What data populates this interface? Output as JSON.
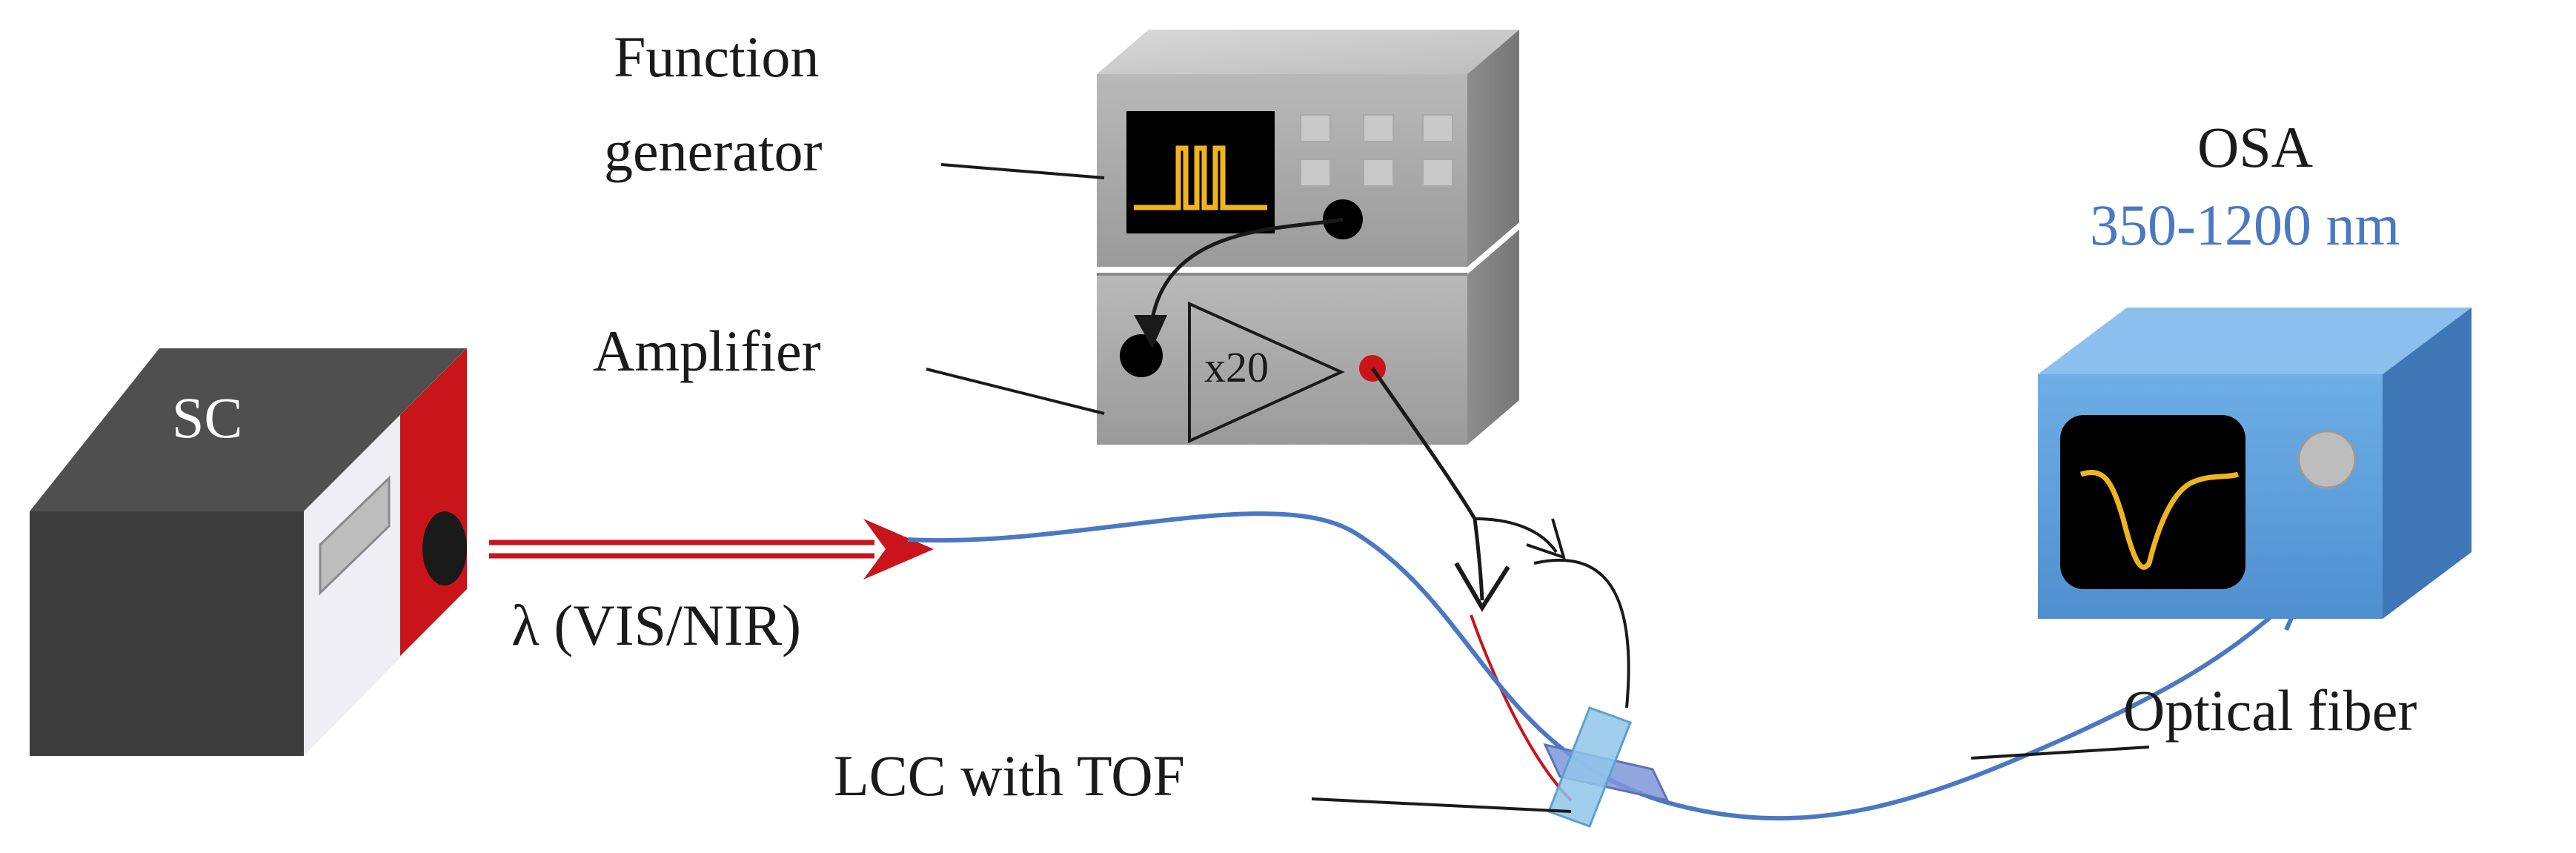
{
  "labels": {
    "sc": "SC",
    "function_generator_line1": "Function",
    "function_generator_line2": "generator",
    "amplifier": "Amplifier",
    "gain": "x20",
    "wavelength": "λ (VIS/NIR)",
    "osa": "OSA",
    "osa_range": "350-1200 nm",
    "lcc": "LCC with TOF",
    "optical_fiber": "Optical fiber"
  },
  "colors": {
    "fiber_blue": "#4a78c2",
    "laser_red": "#c8141a",
    "screen_yellow": "#f0b51e",
    "osa_blue": "#5f9fdc"
  },
  "icons": {
    "function_generator": "function-generator-box",
    "amplifier": "amplifier-box",
    "supercontinuum_source": "laser-source-box",
    "osa": "spectrum-analyzer-box"
  }
}
